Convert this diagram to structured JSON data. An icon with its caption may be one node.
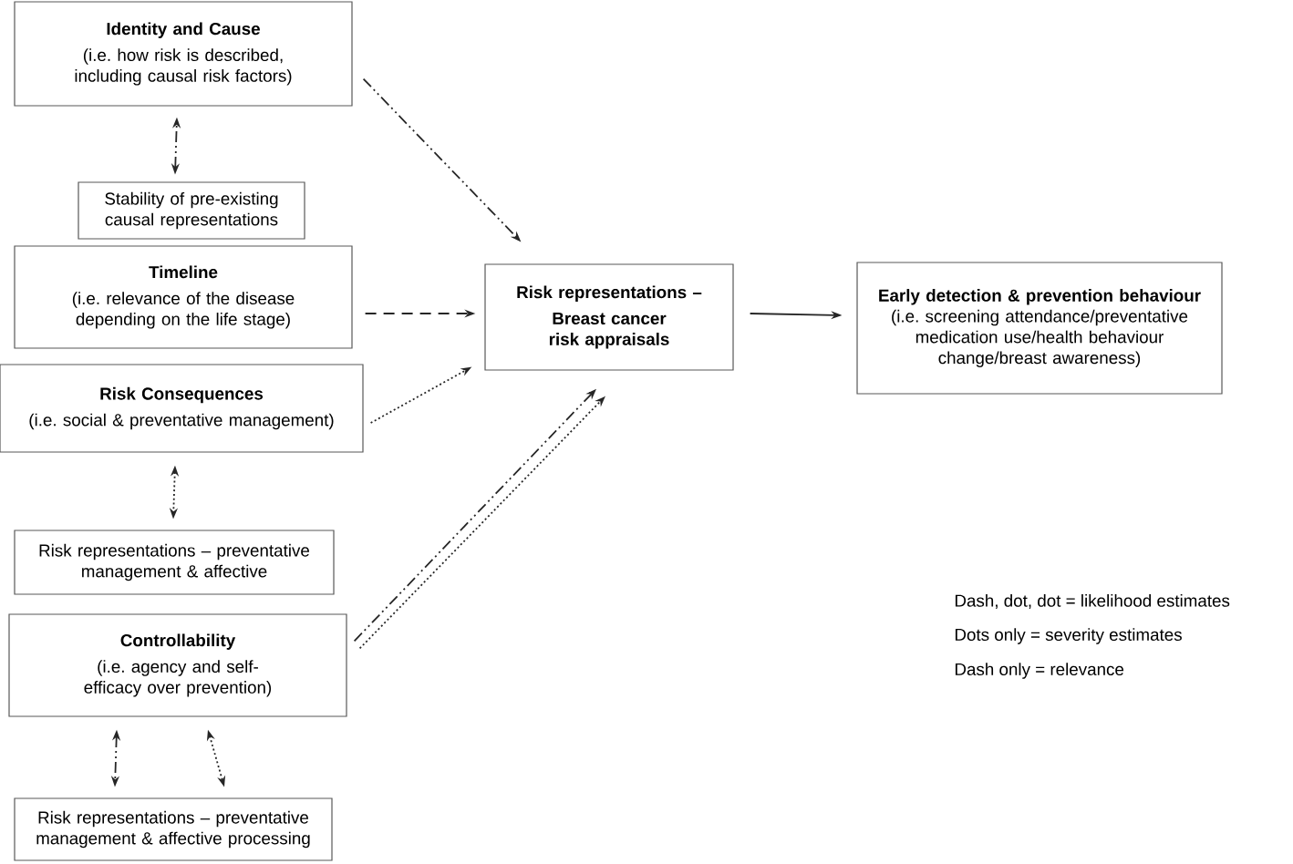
{
  "diagram": {
    "nodes": [
      {
        "text": [
          "Identity and Cause",
          "(i.e. how risk is described, including causal risk factors)"
        ]
      },
      {
        "text": [
          "Stability of pre-existing causal representations"
        ]
      },
      {
        "text": [
          "Timeline",
          "(i.e. relevance of the disease depending on the life stage)"
        ]
      },
      {
        "text": [
          "Risk Consequences",
          "(i.e. social & preventative management)"
        ]
      },
      {
        "text": [
          "Risk representations – preventative management & affective"
        ]
      },
      {
        "text": [
          "Controllability",
          "(i.e. agency and self-efficacy over prevention)"
        ]
      },
      {
        "text": [
          "Risk representations – preventative management & affective processing"
        ]
      },
      {
        "text": [
          "Risk representations –",
          "Breast cancer risk appraisals"
        ]
      },
      {
        "text": [
          "Early detection & prevention behaviour",
          "(i.e. screening attendance/preventative medication use/health behaviour change/breast awareness)"
        ]
      }
    ],
    "edges": [
      {
        "from": 0,
        "to": 7,
        "arrow": "to",
        "style": "dashed"
      },
      {
        "from": 1,
        "to": 0,
        "arrow": "both",
        "style": "dashed"
      },
      {
        "from": 2,
        "to": 7,
        "arrow": "to",
        "style": "dashed"
      },
      {
        "from": 3,
        "to": 7,
        "arrow": "to",
        "style": "dashed"
      },
      {
        "from": 3,
        "to": 4,
        "arrow": "both",
        "style": "dashed"
      },
      {
        "from": 5,
        "to": 7,
        "arrow": "to",
        "style": "dashed"
      },
      {
        "from": 5,
        "to": 7,
        "arrow": "to",
        "style": "dashed"
      },
      {
        "from": 5,
        "to": 6,
        "arrow": "both",
        "style": "dashed"
      },
      {
        "from": 5,
        "to": 6,
        "arrow": "both",
        "style": "dashed"
      },
      {
        "from": 7,
        "to": 8,
        "arrow": "to"
      }
    ],
    "labels": [
      "Dash, dot, dot = likelihood estimates",
      "Dots only = severity estimates",
      "Dash only = relevance"
    ]
  }
}
